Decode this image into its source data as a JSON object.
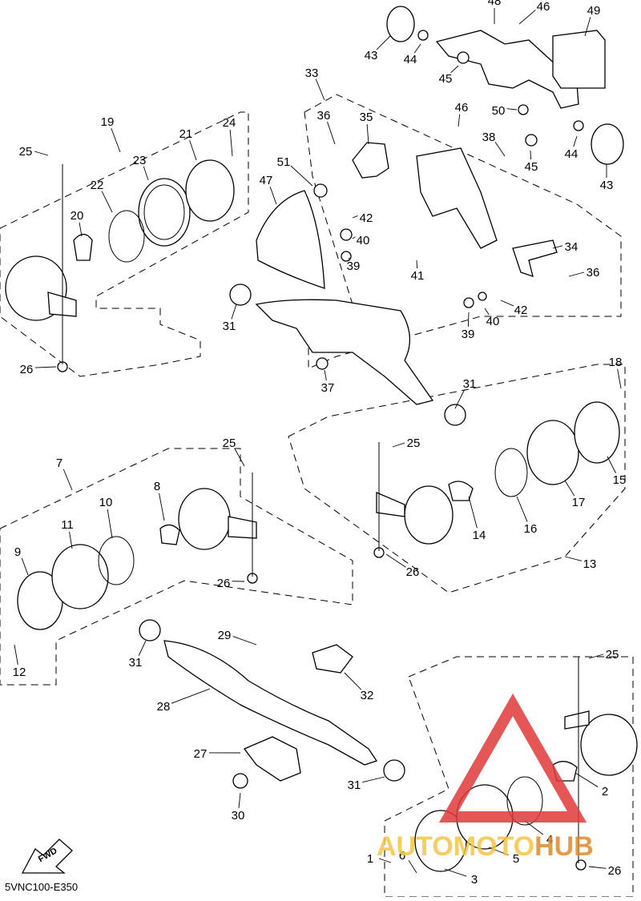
{
  "diagram": {
    "code": "5VNC100-E350",
    "fwd_label": "FWD",
    "watermark": {
      "word_main": "AUTOMOTO",
      "word_accent": "HUB",
      "colors": {
        "main": "#f5c542",
        "accent": "#e08a2a",
        "triangle": "#e03a3a"
      }
    },
    "callouts": [
      "1",
      "2",
      "3",
      "4",
      "5",
      "6",
      "7",
      "8",
      "9",
      "10",
      "11",
      "12",
      "13",
      "14",
      "15",
      "16",
      "17",
      "18",
      "19",
      "20",
      "21",
      "22",
      "23",
      "24",
      "25",
      "25",
      "25",
      "25",
      "26",
      "26",
      "26",
      "26",
      "27",
      "28",
      "29",
      "30",
      "31",
      "31",
      "31",
      "31",
      "32",
      "33",
      "34",
      "35",
      "36",
      "36",
      "37",
      "38",
      "39",
      "39",
      "40",
      "40",
      "41",
      "42",
      "42",
      "43",
      "43",
      "44",
      "44",
      "45",
      "45",
      "46",
      "46",
      "47",
      "48",
      "49",
      "50",
      "51"
    ]
  }
}
